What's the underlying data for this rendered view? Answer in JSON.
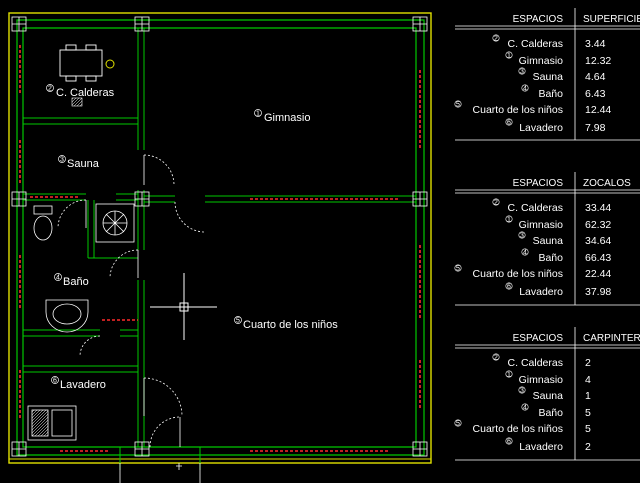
{
  "rooms": [
    {
      "num": "1",
      "name": "Gimnasio"
    },
    {
      "num": "2",
      "name": "C. Calderas"
    },
    {
      "num": "3",
      "name": "Sauna"
    },
    {
      "num": "4",
      "name": "Baño"
    },
    {
      "num": "5",
      "name": "Cuarto de los niños"
    },
    {
      "num": "6",
      "name": "Lavadero"
    }
  ],
  "tables": [
    {
      "header": {
        "col1": "ESPACIOS",
        "col2": "SUPERFICIE"
      },
      "rows": [
        {
          "num": "2",
          "name": "C. Calderas",
          "value": "3.44"
        },
        {
          "num": "1",
          "name": "Gimnasio",
          "value": "12.32"
        },
        {
          "num": "3",
          "name": "Sauna",
          "value": "4.64"
        },
        {
          "num": "4",
          "name": "Baño",
          "value": "6.43"
        },
        {
          "num": "5",
          "name": "Cuarto de los niños",
          "value": "12.44"
        },
        {
          "num": "6",
          "name": "Lavadero",
          "value": "7.98"
        }
      ]
    },
    {
      "header": {
        "col1": "ESPACIOS",
        "col2": "ZOCALOS"
      },
      "rows": [
        {
          "num": "2",
          "name": "C. Calderas",
          "value": "33.44"
        },
        {
          "num": "1",
          "name": "Gimnasio",
          "value": "62.32"
        },
        {
          "num": "3",
          "name": "Sauna",
          "value": "34.64"
        },
        {
          "num": "4",
          "name": "Baño",
          "value": "66.43"
        },
        {
          "num": "5",
          "name": "Cuarto de los niños",
          "value": "22.44"
        },
        {
          "num": "6",
          "name": "Lavadero",
          "value": "37.98"
        }
      ]
    },
    {
      "header": {
        "col1": "ESPACIOS",
        "col2": "CARPINTERIA"
      },
      "rows": [
        {
          "num": "2",
          "name": "C. Calderas",
          "value": "2"
        },
        {
          "num": "1",
          "name": "Gimnasio",
          "value": "4"
        },
        {
          "num": "3",
          "name": "Sauna",
          "value": "1"
        },
        {
          "num": "4",
          "name": "Baño",
          "value": "5"
        },
        {
          "num": "5",
          "name": "Cuarto de los niños",
          "value": "5"
        },
        {
          "num": "6",
          "name": "Lavadero",
          "value": "2"
        }
      ]
    }
  ],
  "colors": {
    "background": "#000000",
    "wall": "#00c800",
    "frame": "#e0e000",
    "window": "#ff2a2a",
    "furniture": "#ffffff",
    "table_lines": "#ffffff"
  }
}
